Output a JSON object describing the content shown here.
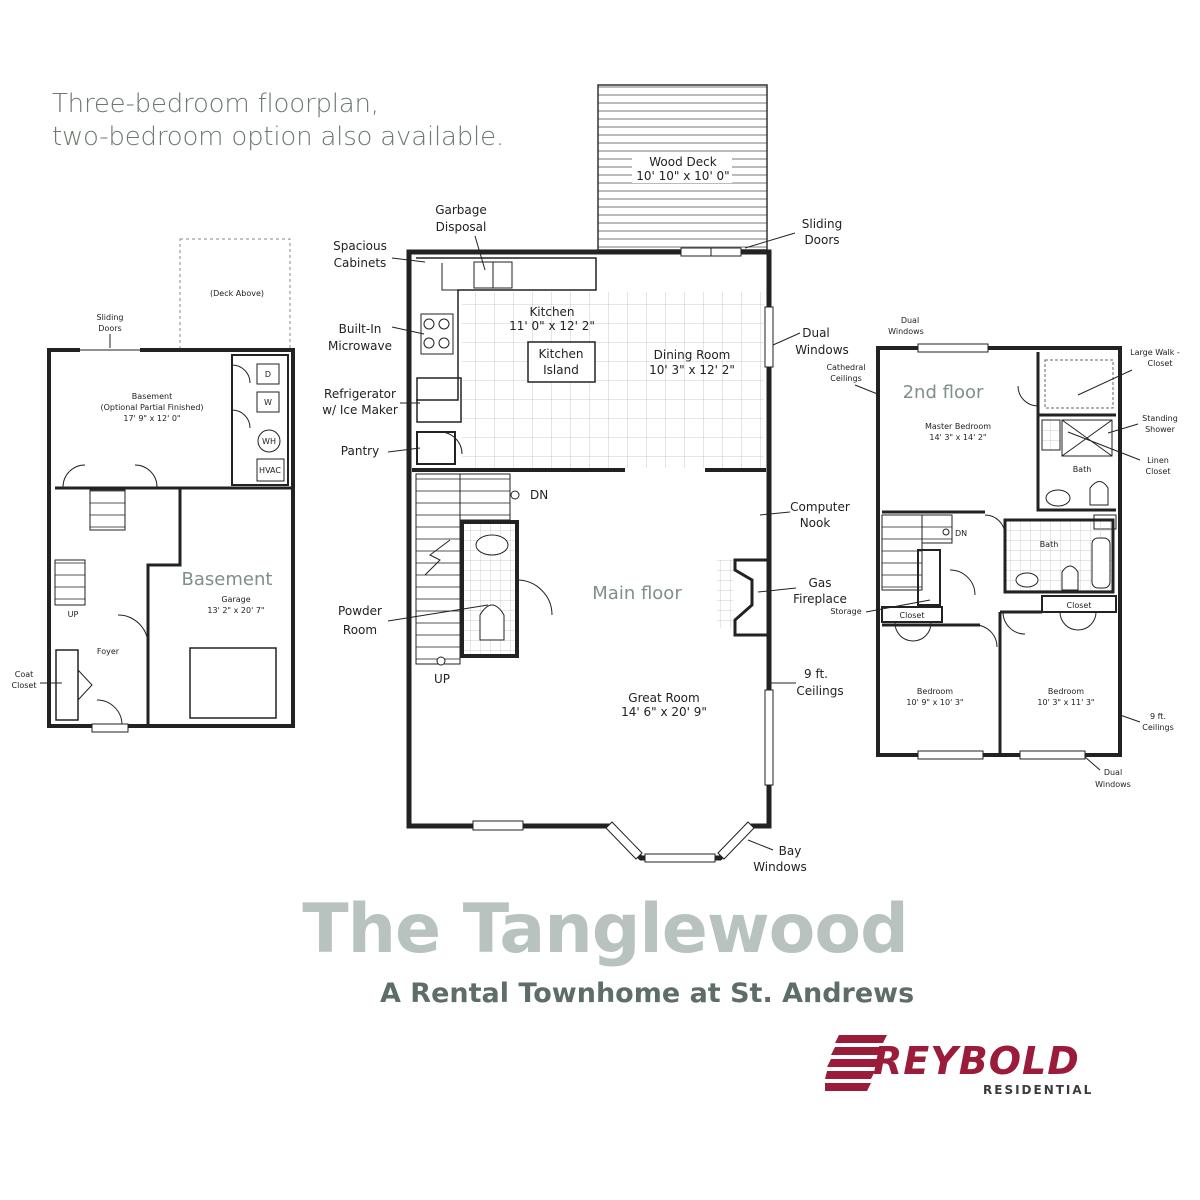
{
  "tagline": {
    "line1": "Three-bedroom floorplan,",
    "line2": "two-bedroom option also available."
  },
  "title": "The Tanglewood",
  "subtitle": "A Rental Townhome at St. Andrews",
  "brand": {
    "name": "REYBOLD",
    "sub": "RESIDENTIAL",
    "color": "#9b1b3a"
  },
  "basement": {
    "floor_label": "Basement",
    "deck_above": "(Deck Above)",
    "sliding_doors_1": "Sliding",
    "sliding_doors_2": "Doors",
    "room_1": "Basement",
    "room_2": "(Optional Partial Finished)",
    "room_3": "17' 9\" x 12' 0\"",
    "garage_1": "Garage",
    "garage_2": "13' 2\" x 20' 7\"",
    "d": "D",
    "w": "W",
    "wh": "WH",
    "hvac": "HVAC",
    "up": "UP",
    "foyer": "Foyer",
    "coat_1": "Coat",
    "coat_2": "Closet"
  },
  "main": {
    "floor_label": "Main floor",
    "deck_1": "Wood Deck",
    "deck_2": "10' 10\" x 10' 0\"",
    "garbage_1": "Garbage",
    "garbage_2": "Disposal",
    "cabinets_1": "Spacious",
    "cabinets_2": "Cabinets",
    "sliding_1": "Sliding",
    "sliding_2": "Doors",
    "kitchen_1": "Kitchen",
    "kitchen_2": "11' 0\" x 12' 2\"",
    "microwave_1": "Built-In",
    "microwave_2": "Microwave",
    "dual_1": "Dual",
    "dual_2": "Windows",
    "island_1": "Kitchen",
    "island_2": "Island",
    "dining_1": "Dining Room",
    "dining_2": "10' 3\" x 12' 2\"",
    "fridge_1": "Refrigerator",
    "fridge_2": "w/ Ice Maker",
    "pantry": "Pantry",
    "dn": "DN",
    "nook_1": "Computer",
    "nook_2": "Nook",
    "gas_1": "Gas",
    "gas_2": "Fireplace",
    "powder_1": "Powder",
    "powder_2": "Room",
    "up": "UP",
    "ceil_1": "9 ft.",
    "ceil_2": "Ceilings",
    "great_1": "Great Room",
    "great_2": "14' 6\" x 20' 9\"",
    "bay_1": "Bay",
    "bay_2": "Windows"
  },
  "second": {
    "floor_label": "2nd floor",
    "dual_top_1": "Dual",
    "dual_top_2": "Windows",
    "walk_1": "Large Walk -",
    "walk_2": "Closet",
    "cath_1": "Cathedral",
    "cath_2": "Ceilings",
    "master_1": "Master Bedroom",
    "master_2": "14' 3\" x 14' 2\"",
    "shower_1": "Standing",
    "shower_2": "Shower",
    "bath": "Bath",
    "linen_1": "Linen",
    "linen_2": "Closet",
    "dn": "DN",
    "bath2": "Bath",
    "storage": "Storage",
    "closet_1": "Closet",
    "closet_2": "Closet",
    "bed1_1": "Bedroom",
    "bed1_2": "10' 9\" x 10' 3\"",
    "bed2_1": "Bedroom",
    "bed2_2": "10' 3\" x 11' 3\"",
    "ceil_1": "9 ft.",
    "ceil_2": "Ceilings",
    "dual_bot_1": "Dual",
    "dual_bot_2": "Windows"
  }
}
